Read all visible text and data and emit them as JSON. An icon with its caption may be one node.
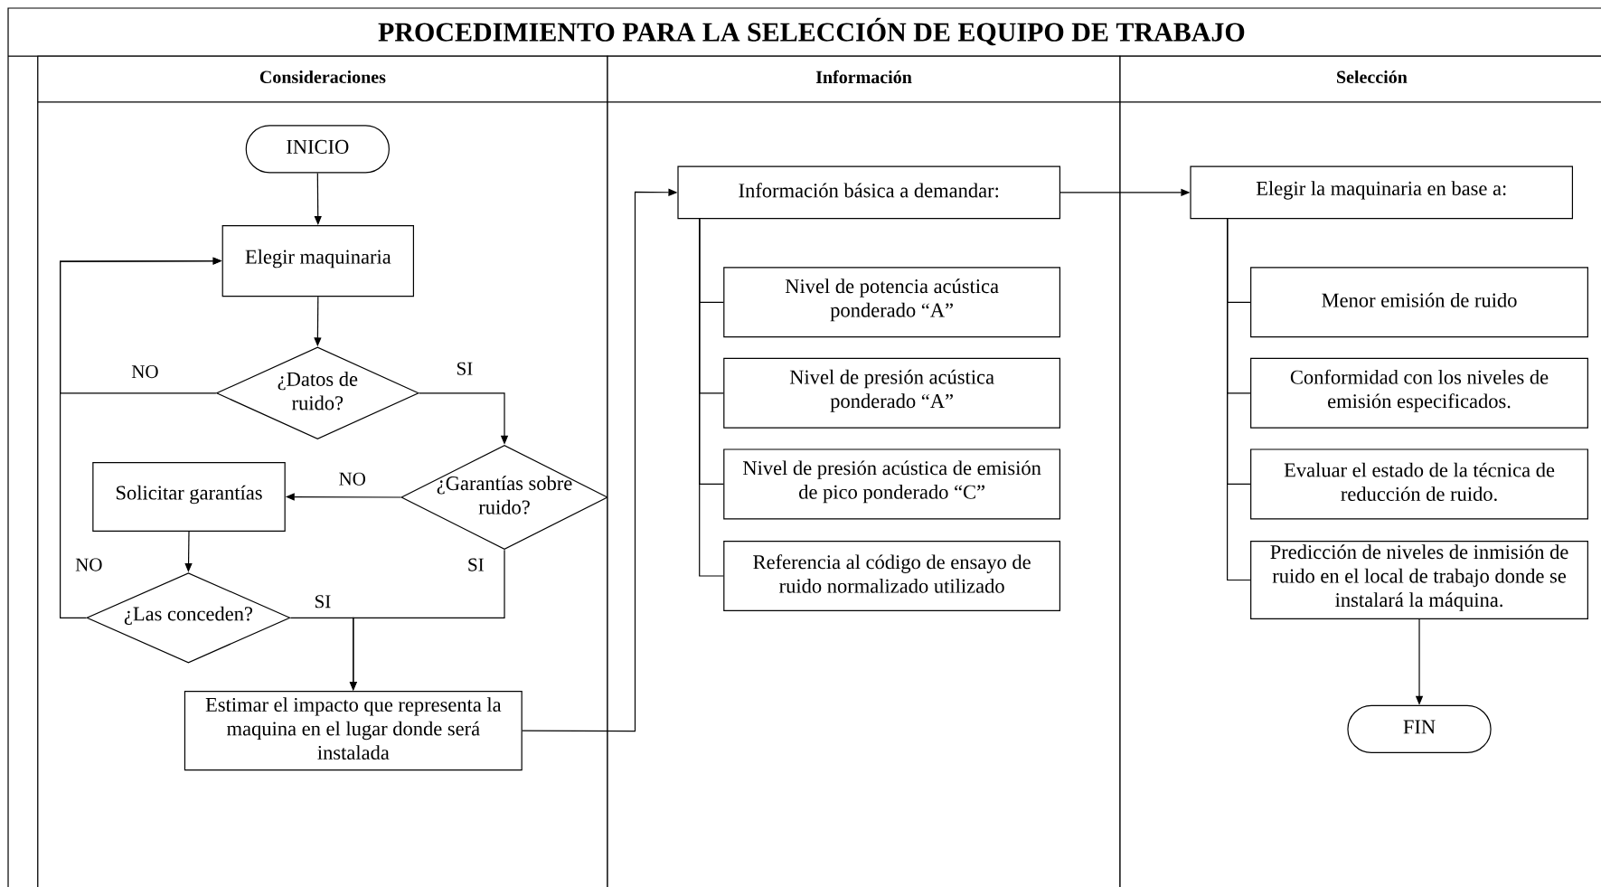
{
  "diagram": {
    "title": "PROCEDIMIENTO PARA LA SELECCIÓN DE EQUIPO DE TRABAJO",
    "nodes": [
      {
        "text": [
          "Consideraciones"
        ]
      },
      {
        "text": [
          "INICIO"
        ],
        "in": 0
      },
      {
        "text": [
          "Elegir maquinaria"
        ],
        "in": 0
      },
      {
        "text": [
          "¿Datos de ruido?"
        ],
        "in": 0
      },
      {
        "text": [
          "¿Garantías sobre ruido?"
        ],
        "in": 0
      },
      {
        "text": [
          "Solicitar garantías"
        ],
        "in": 0
      },
      {
        "text": [
          "¿Las conceden?"
        ],
        "in": 0
      },
      {
        "text": [
          "Estimar el impacto que representa la maquina en el lugar donde será instalada"
        ],
        "in": 0
      },
      {
        "text": [
          "Información"
        ]
      },
      {
        "text": [
          "Información básica a demandar:"
        ],
        "in": 8
      },
      {
        "text": [
          "Nivel de potencia acústica ponderado “A”"
        ],
        "in": 8
      },
      {
        "text": [
          "Nivel de presión acústica ponderado “A”"
        ],
        "in": 8
      },
      {
        "text": [
          "Nivel de presión acústica de emisión de pico ponderado “C”"
        ],
        "in": 8
      },
      {
        "text": [
          "Referencia al código de ensayo de ruido normalizado utilizado"
        ],
        "in": 8
      },
      {
        "text": [
          "Selección"
        ]
      },
      {
        "text": [
          "Elegir la maquinaria en base a:"
        ],
        "in": 14
      },
      {
        "text": [
          "Menor emisión de ruido"
        ],
        "in": 14
      },
      {
        "text": [
          "Conformidad con los niveles de emisión especificados."
        ],
        "in": 14
      },
      {
        "text": [
          "Evaluar el estado de la técnica de reducción de ruido."
        ],
        "in": 14
      },
      {
        "text": [
          "Predicción de niveles de inmisión de ruido en el local de trabajo donde se instalará la máquina."
        ],
        "in": 14
      },
      {
        "text": [
          "FIN"
        ],
        "in": 14
      }
    ],
    "edges": [
      {
        "from": 1,
        "to": 2,
        "arrow": "to"
      },
      {
        "from": 2,
        "to": 3,
        "arrow": "to"
      },
      {
        "from": 3,
        "to": 2,
        "arrow": "to",
        "label": "NO"
      },
      {
        "from": 3,
        "to": 4,
        "arrow": "to",
        "label": "SI"
      },
      {
        "from": 4,
        "to": 5,
        "arrow": "to",
        "label": "NO"
      },
      {
        "from": 5,
        "to": 6,
        "arrow": "to"
      },
      {
        "from": 6,
        "to": 2,
        "arrow": "to",
        "label": "NO"
      },
      {
        "from": 6,
        "to": 7,
        "arrow": "to",
        "label": "SI"
      },
      {
        "from": 4,
        "to": 7,
        "arrow": "to",
        "label": "SI"
      },
      {
        "from": 7,
        "to": 9,
        "arrow": "to"
      },
      {
        "from": 9,
        "to": 15,
        "arrow": "to"
      },
      {
        "from": 9,
        "to": 10,
        "arrow": "none"
      },
      {
        "from": 9,
        "to": 11,
        "arrow": "none"
      },
      {
        "from": 9,
        "to": 12,
        "arrow": "none"
      },
      {
        "from": 9,
        "to": 13,
        "arrow": "none"
      },
      {
        "from": 15,
        "to": 16,
        "arrow": "none"
      },
      {
        "from": 15,
        "to": 17,
        "arrow": "none"
      },
      {
        "from": 15,
        "to": 18,
        "arrow": "none"
      },
      {
        "from": 15,
        "to": 19,
        "arrow": "none"
      },
      {
        "from": 19,
        "to": 20,
        "arrow": "to"
      }
    ]
  }
}
